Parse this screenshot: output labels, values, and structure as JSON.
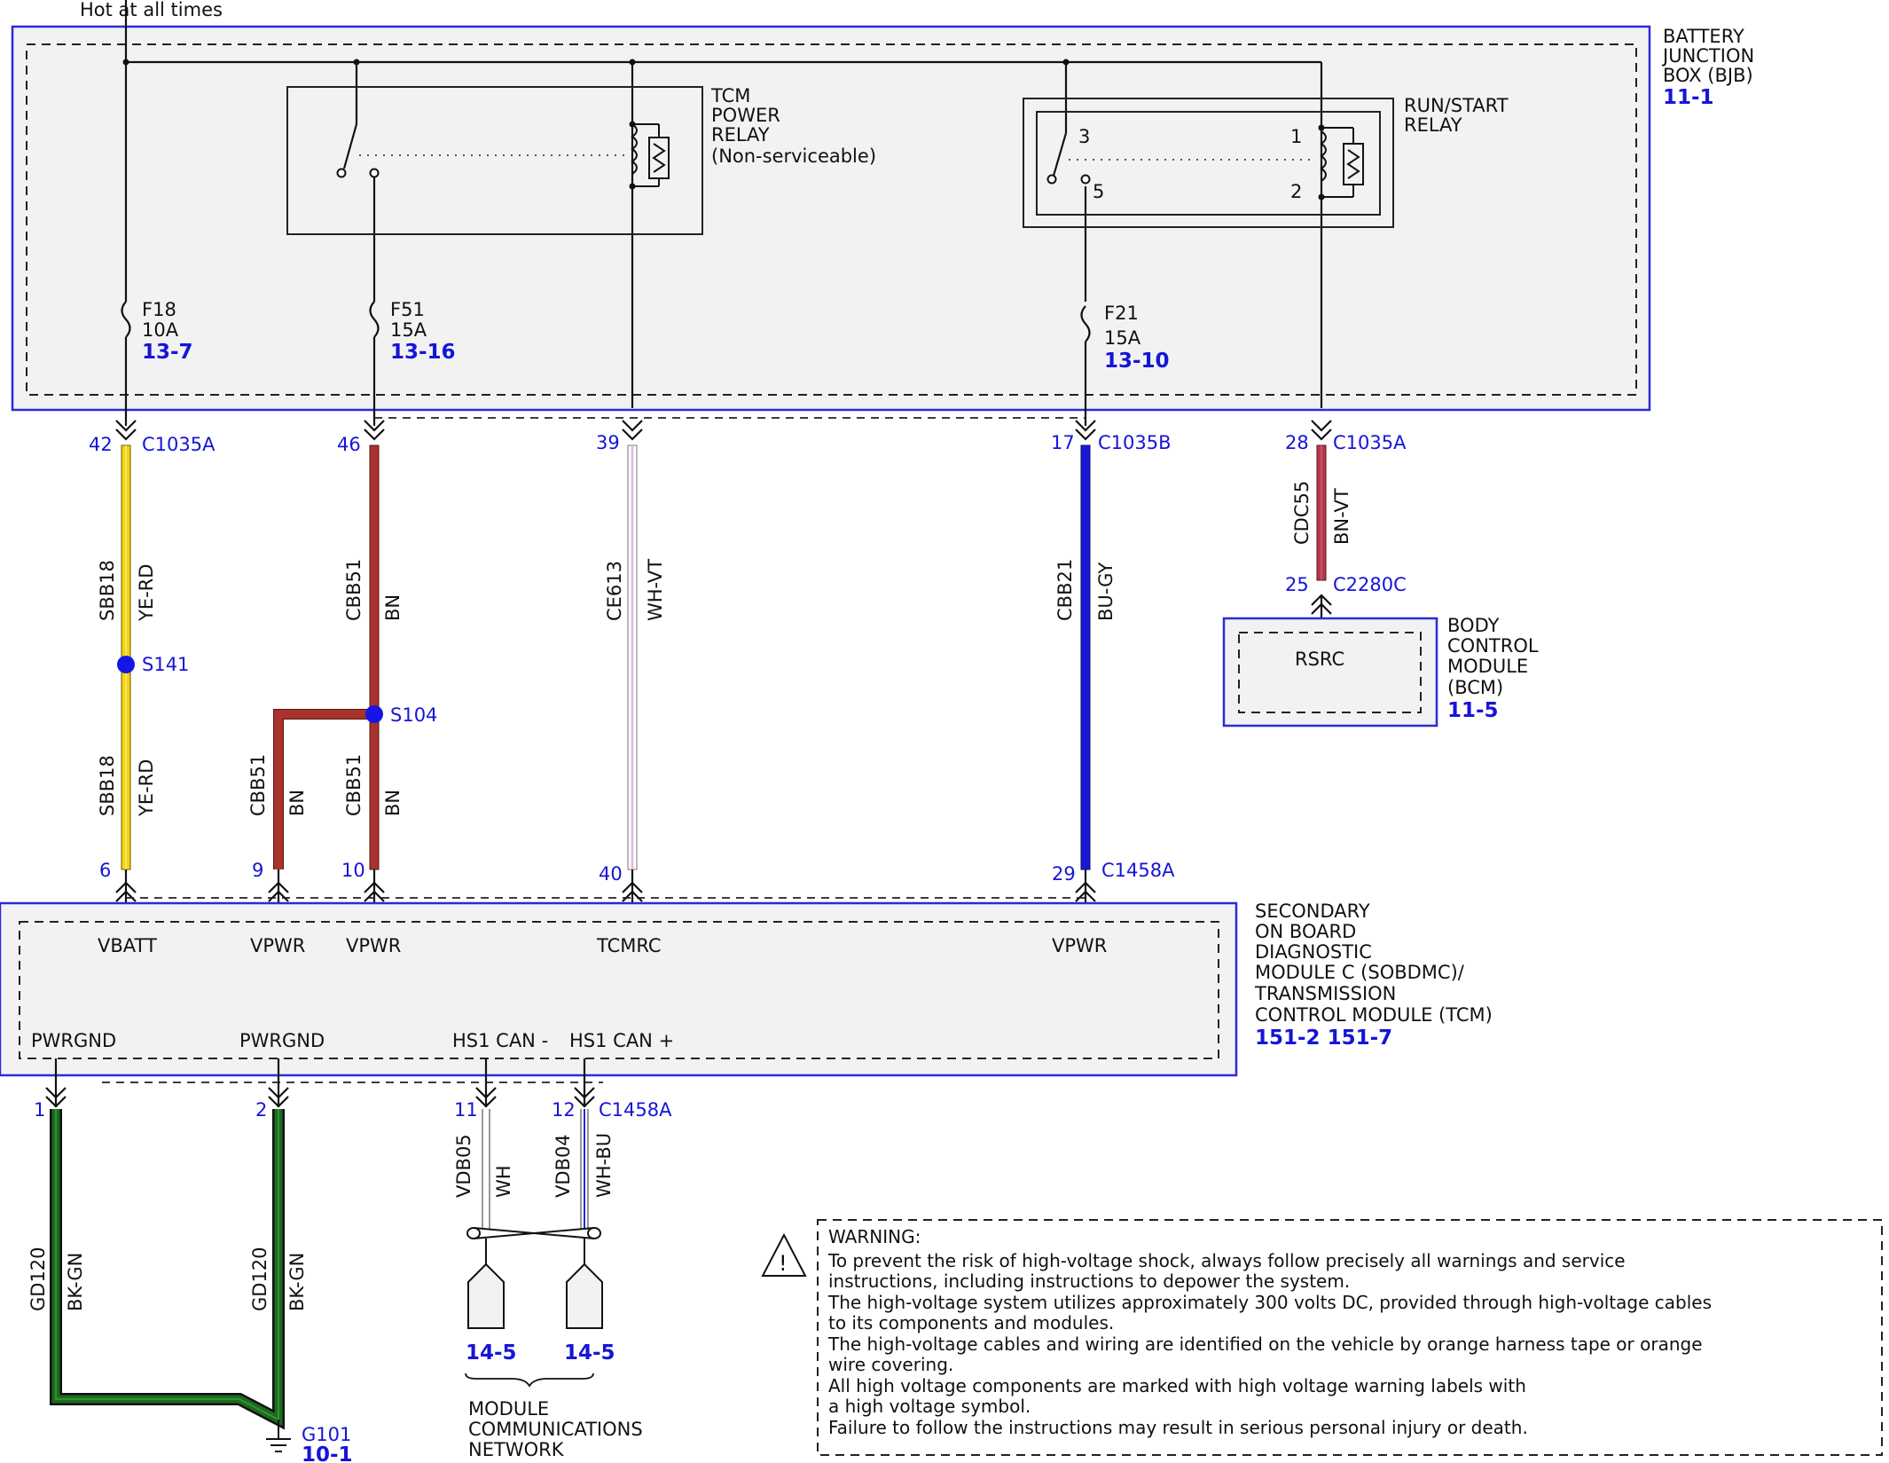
{
  "top_note": "Hot at all times",
  "bjb": {
    "lines": [
      "BATTERY",
      "JUNCTION",
      "BOX (BJB)"
    ],
    "ref": "11-1"
  },
  "tcm_relay": {
    "lines": [
      "TCM",
      "POWER",
      "RELAY",
      "(Non-serviceable)"
    ]
  },
  "run_start_relay": {
    "lines": [
      "RUN/START",
      "RELAY"
    ],
    "pins": [
      "3",
      "1",
      "5",
      "2"
    ]
  },
  "fuses": [
    {
      "name": "F18",
      "rating": "10A",
      "ref": "13-7"
    },
    {
      "name": "F51",
      "rating": "15A",
      "ref": "13-16"
    },
    {
      "name": "F21",
      "rating": "15A",
      "ref": "13-10"
    }
  ],
  "bjb_connectors": [
    {
      "pin": "42",
      "connector": "C1035A"
    },
    {
      "pin": "46",
      "connector": ""
    },
    {
      "pin": "39",
      "connector": ""
    },
    {
      "pin": "17",
      "connector": "C1035B"
    },
    {
      "pin": "28",
      "connector": "C1035A"
    }
  ],
  "wires": {
    "w1_upper": {
      "circuit": "SBB18",
      "color": "YE-RD",
      "color_hex": "#f2d410"
    },
    "w1_lower": {
      "circuit": "SBB18",
      "color": "YE-RD",
      "color_hex": "#f2d410"
    },
    "w2_upper": {
      "circuit": "CBB51",
      "color": "BN",
      "color_hex": "#a8322c"
    },
    "w2_branch": {
      "circuit": "CBB51",
      "color": "BN",
      "color_hex": "#a8322c"
    },
    "w2_lower": {
      "circuit": "CBB51",
      "color": "BN",
      "color_hex": "#a8322c"
    },
    "w3": {
      "circuit": "CE613",
      "color": "WH-VT",
      "color_hex": "#e7b1e5"
    },
    "w4": {
      "circuit": "CBB21",
      "color": "BU-GY",
      "color_hex": "#1919d4"
    },
    "w5": {
      "circuit": "CDC55",
      "color": "BN-VT",
      "color_hex": "#b23a4a"
    },
    "g1": {
      "circuit": "GD120",
      "color": "BK-GN",
      "color_hex": "#1c6b1c"
    },
    "g2": {
      "circuit": "GD120",
      "color": "BK-GN",
      "color_hex": "#1c6b1c"
    },
    "can_l": {
      "circuit": "VDB05",
      "color": "WH"
    },
    "can_h": {
      "circuit": "VDB04",
      "color": "WH-BU"
    }
  },
  "splices": [
    "S141",
    "S104"
  ],
  "bcm": {
    "pin": "25",
    "connector": "C2280C",
    "pin_label": "RSRC",
    "lines": [
      "BODY",
      "CONTROL",
      "MODULE",
      "(BCM)"
    ],
    "ref": "11-5"
  },
  "module_top_pins": [
    {
      "pin": "6",
      "label": "VBATT",
      "connector": ""
    },
    {
      "pin": "9",
      "label": "VPWR",
      "connector": ""
    },
    {
      "pin": "10",
      "label": "VPWR",
      "connector": ""
    },
    {
      "pin": "40",
      "label": "TCMRC",
      "connector": ""
    },
    {
      "pin": "29",
      "label": "VPWR",
      "connector": "C1458A"
    }
  ],
  "module_bottom_pins": [
    {
      "pin": "1",
      "label": "PWRGND",
      "connector": ""
    },
    {
      "pin": "2",
      "label": "PWRGND",
      "connector": ""
    },
    {
      "pin": "11",
      "label": "HS1 CAN -",
      "connector": ""
    },
    {
      "pin": "12",
      "label": "HS1 CAN +",
      "connector": "C1458A"
    }
  ],
  "module": {
    "lines": [
      "SECONDARY",
      "ON BOARD",
      "DIAGNOSTIC",
      "MODULE C (SOBDMC)/",
      "TRANSMISSION",
      "CONTROL MODULE (TCM)"
    ],
    "refs": "151-2 151-7"
  },
  "network": {
    "refs": [
      "14-5",
      "14-5"
    ],
    "lines": [
      "MODULE",
      "COMMUNICATIONS",
      "NETWORK"
    ]
  },
  "ground": {
    "name": "G101",
    "ref": "10-1"
  },
  "warning": {
    "lines": [
      "WARNING:",
      "To prevent the risk of high-voltage shock, always follow precisely all warnings and service",
      "instructions, including instructions to depower the system.",
      "The high-voltage system utilizes approximately 300 volts DC, provided through high-voltage cables",
      "to its components and modules.",
      "The high-voltage cables and wiring are identified on the vehicle by orange harness tape or orange",
      "wire covering.",
      "All high voltage components are marked with high voltage warning labels with",
      "a high voltage symbol.",
      "Failure to follow the instructions may result in serious personal injury or death."
    ]
  }
}
